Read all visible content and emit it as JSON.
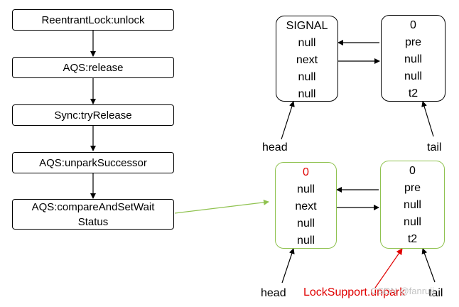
{
  "colors": {
    "red": "#e00000",
    "green": "#8fc24f",
    "black": "#000000"
  },
  "steps": [
    "ReentrantLock:unlock",
    "AQS:release",
    "Sync:tryRelease",
    "AQS:unparkSuccessor",
    "AQS:compareAndSetWait\nStatus"
  ],
  "top": {
    "head_node": {
      "fields": [
        "SIGNAL",
        "null",
        "next",
        "null",
        "null"
      ]
    },
    "tail_node": {
      "fields": [
        "0",
        "pre",
        "null",
        "null",
        "t2"
      ]
    },
    "head_label": "head",
    "tail_label": "tail"
  },
  "bottom": {
    "head_node": {
      "fields": [
        "0",
        "null",
        "next",
        "null",
        "null"
      ]
    },
    "tail_node": {
      "fields": [
        "0",
        "pre",
        "null",
        "null",
        "t2"
      ]
    },
    "head_label": "head",
    "tail_label": "tail",
    "unpark_label": "LockSupport.unpark"
  },
  "watermark": "CSDN @fanrujj"
}
